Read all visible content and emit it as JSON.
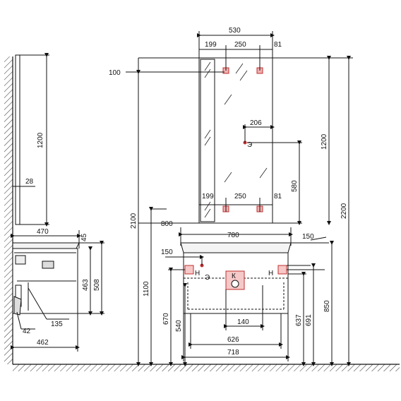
{
  "side_view": {
    "mirror_height": "1200",
    "mirror_depth": "28",
    "cabinet_depth_overall": "470",
    "top_thickness": "45",
    "cabinet_height": "463",
    "total_height_side": "508",
    "drawer_offset": "135",
    "handle_depth": "42",
    "cabinet_body_depth": "462"
  },
  "front_view": {
    "mirror_width": "530",
    "top_left_offset": "199",
    "top_spacing": "250",
    "top_right_offset": "81",
    "wall_offset": "100",
    "socket_offset": "206",
    "socket_label": "Э",
    "socket_height": "580",
    "mirror_height": "1200",
    "total_height": "2200",
    "bottom_left_offset": "199",
    "bottom_spacing": "250",
    "bottom_right_offset": "81",
    "mirror_bottom": "2100",
    "sink_width_overall": "800",
    "sink_width": "780",
    "sink_overhang": "150",
    "top_right_overhang": "150",
    "left_connection_offset": "150",
    "cabinet_bottom": "1100",
    "left_h_label": "Н",
    "right_h_label": "Н",
    "center_k_label": "К",
    "lower_socket_label": "Э",
    "water_height_left": "670",
    "drain_height": "540",
    "drain_offset": "140",
    "inner_width": "626",
    "body_width": "718",
    "right_inlet_1": "637",
    "right_inlet_2": "691",
    "sink_top": "850"
  }
}
